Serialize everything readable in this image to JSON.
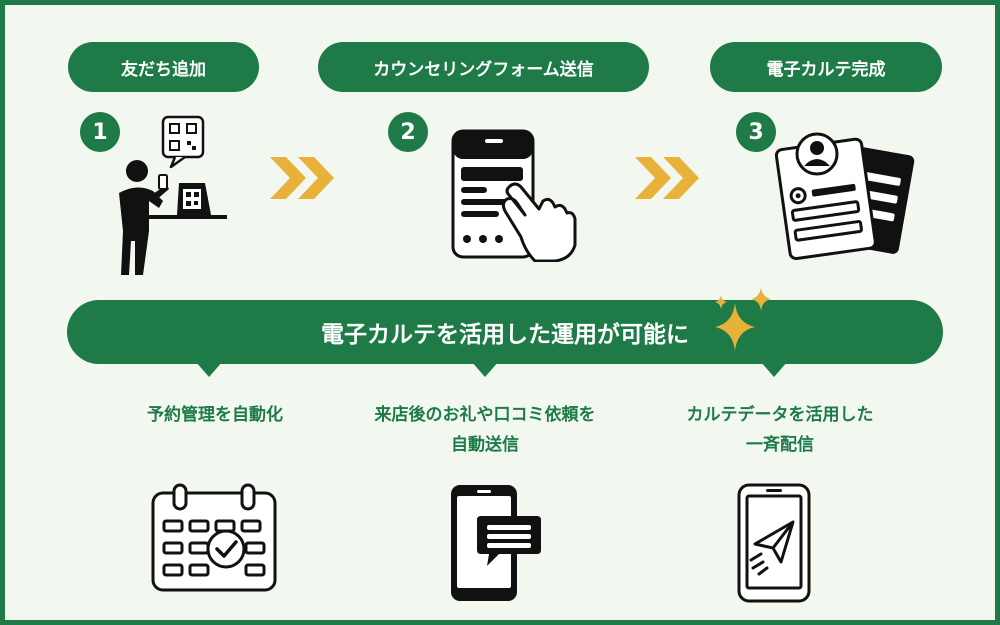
{
  "steps": [
    {
      "number": "1",
      "label": "友だち追加"
    },
    {
      "number": "2",
      "label": "カウンセリングフォーム送信"
    },
    {
      "number": "3",
      "label": "電子カルテ完成"
    }
  ],
  "banner": {
    "text": "電子カルテを活用した運用が可能に"
  },
  "benefits": [
    {
      "lines": [
        "予約管理を自動化"
      ]
    },
    {
      "lines": [
        "来店後のお礼や口コミ依頼を",
        "自動送信"
      ]
    },
    {
      "lines": [
        "カルテデータを活用した",
        "一斉配信"
      ]
    }
  ],
  "colors": {
    "primary": "#1e7a47",
    "accent": "#e8b23a",
    "background": "#f2f8ef"
  },
  "icons": [
    "person-qr-scan-icon",
    "phone-form-tap-icon",
    "profile-form-icon",
    "sparkle-icon",
    "calendar-check-icon",
    "phone-chat-icon",
    "phone-send-icon"
  ]
}
